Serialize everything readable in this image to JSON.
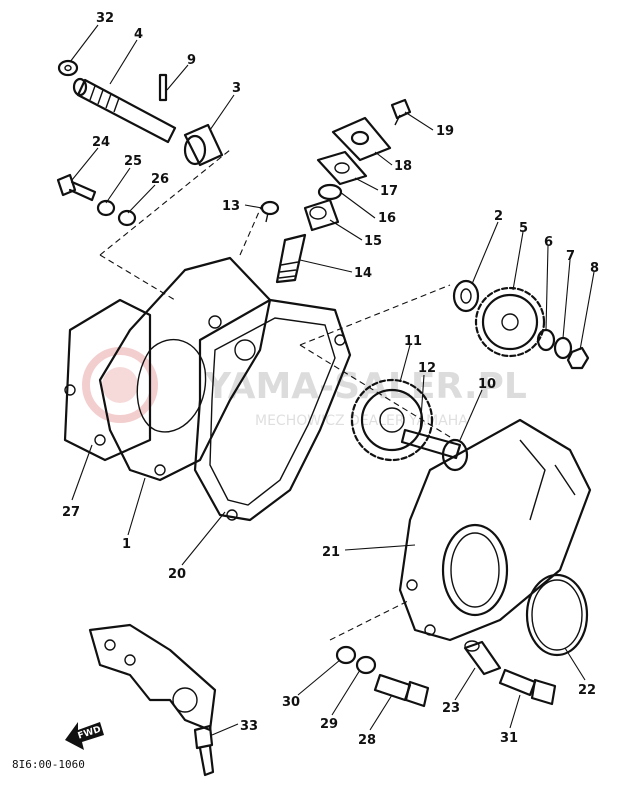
{
  "diagram": {
    "callouts": [
      {
        "id": "32",
        "label": "32"
      },
      {
        "id": "4",
        "label": "4"
      },
      {
        "id": "9",
        "label": "9"
      },
      {
        "id": "3",
        "label": "3"
      },
      {
        "id": "19",
        "label": "19"
      },
      {
        "id": "24",
        "label": "24"
      },
      {
        "id": "25",
        "label": "25"
      },
      {
        "id": "26",
        "label": "26"
      },
      {
        "id": "18",
        "label": "18"
      },
      {
        "id": "17",
        "label": "17"
      },
      {
        "id": "13",
        "label": "13"
      },
      {
        "id": "16",
        "label": "16"
      },
      {
        "id": "15",
        "label": "15"
      },
      {
        "id": "14",
        "label": "14"
      },
      {
        "id": "2",
        "label": "2"
      },
      {
        "id": "5",
        "label": "5"
      },
      {
        "id": "6",
        "label": "6"
      },
      {
        "id": "7",
        "label": "7"
      },
      {
        "id": "8",
        "label": "8"
      },
      {
        "id": "11",
        "label": "11"
      },
      {
        "id": "12",
        "label": "12"
      },
      {
        "id": "10",
        "label": "10"
      },
      {
        "id": "27",
        "label": "27"
      },
      {
        "id": "1",
        "label": "1"
      },
      {
        "id": "20",
        "label": "20"
      },
      {
        "id": "21",
        "label": "21"
      },
      {
        "id": "22",
        "label": "22"
      },
      {
        "id": "30",
        "label": "30"
      },
      {
        "id": "29",
        "label": "29"
      },
      {
        "id": "28",
        "label": "28"
      },
      {
        "id": "23",
        "label": "23"
      },
      {
        "id": "31",
        "label": "31"
      },
      {
        "id": "33",
        "label": "33"
      }
    ],
    "figure_code": "8I6:00-1060",
    "direction_marker": "FWD",
    "watermark": {
      "main": "YAMA-SALER.PL",
      "sub": "MECHOWICZ DEALER YAMAHA"
    }
  }
}
